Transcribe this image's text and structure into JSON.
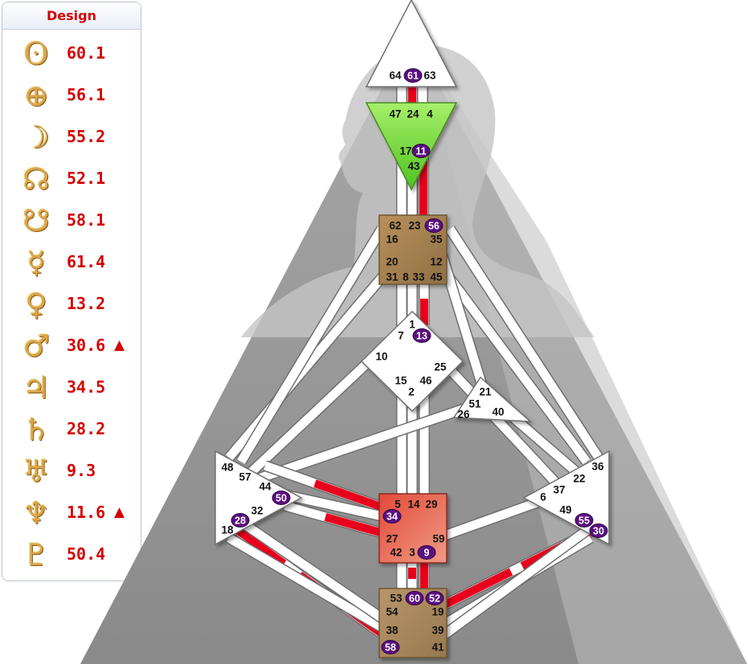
{
  "panel": {
    "title": "Design",
    "planets": [
      {
        "icon": "sun-icon",
        "symbol": "ʘ",
        "value": "60.1",
        "flag": ""
      },
      {
        "icon": "earth-icon",
        "symbol": "⊕",
        "value": "56.1",
        "flag": ""
      },
      {
        "icon": "moon-icon",
        "symbol": "☽",
        "value": "55.2",
        "flag": ""
      },
      {
        "icon": "north-node-icon",
        "symbol": "☊",
        "value": "52.1",
        "flag": ""
      },
      {
        "icon": "south-node-icon",
        "symbol": "☋",
        "value": "58.1",
        "flag": ""
      },
      {
        "icon": "mercury-icon",
        "symbol": "☿",
        "value": "61.4",
        "flag": ""
      },
      {
        "icon": "venus-icon",
        "symbol": "♀",
        "value": "13.2",
        "flag": ""
      },
      {
        "icon": "mars-icon",
        "symbol": "♂",
        "value": "30.6",
        "flag": "▲"
      },
      {
        "icon": "jupiter-icon",
        "symbol": "♃",
        "value": "34.5",
        "flag": ""
      },
      {
        "icon": "saturn-icon",
        "symbol": "♄",
        "value": "28.2",
        "flag": ""
      },
      {
        "icon": "uranus-icon",
        "symbol": "♅",
        "value": " 9.3",
        "flag": ""
      },
      {
        "icon": "neptune-icon",
        "symbol": "♆",
        "value": "11.6",
        "flag": "▲"
      },
      {
        "icon": "pluto-icon",
        "symbol": "♇",
        "value": "50.4",
        "flag": ""
      }
    ]
  },
  "bodygraph": {
    "colors": {
      "active": "#e8001c",
      "highlight": "#5b0f80",
      "head_fill": "#ffffff",
      "ajna": "#7fdc3a",
      "throat": "#a27e4d",
      "sacral": "#d9483a",
      "root": "#a88a5a",
      "background": "#9d9d9d"
    },
    "gates": [
      {
        "n": "64",
        "hl": false
      },
      {
        "n": "61",
        "hl": true
      },
      {
        "n": "63",
        "hl": false
      },
      {
        "n": "47",
        "hl": false
      },
      {
        "n": "24",
        "hl": false
      },
      {
        "n": "4",
        "hl": false
      },
      {
        "n": "17",
        "hl": false
      },
      {
        "n": "11",
        "hl": true
      },
      {
        "n": "43",
        "hl": false
      },
      {
        "n": "62",
        "hl": false
      },
      {
        "n": "23",
        "hl": false
      },
      {
        "n": "56",
        "hl": true
      },
      {
        "n": "16",
        "hl": false
      },
      {
        "n": "35",
        "hl": false
      },
      {
        "n": "20",
        "hl": false
      },
      {
        "n": "12",
        "hl": false
      },
      {
        "n": "31",
        "hl": false
      },
      {
        "n": "8",
        "hl": false
      },
      {
        "n": "33",
        "hl": false
      },
      {
        "n": "45",
        "hl": false
      },
      {
        "n": "1",
        "hl": false
      },
      {
        "n": "7",
        "hl": false
      },
      {
        "n": "13",
        "hl": true
      },
      {
        "n": "10",
        "hl": false
      },
      {
        "n": "25",
        "hl": false
      },
      {
        "n": "15",
        "hl": false
      },
      {
        "n": "46",
        "hl": false
      },
      {
        "n": "2",
        "hl": false
      },
      {
        "n": "21",
        "hl": false
      },
      {
        "n": "51",
        "hl": false
      },
      {
        "n": "26",
        "hl": false
      },
      {
        "n": "40",
        "hl": false
      },
      {
        "n": "48",
        "hl": false
      },
      {
        "n": "57",
        "hl": false
      },
      {
        "n": "44",
        "hl": false
      },
      {
        "n": "50",
        "hl": true
      },
      {
        "n": "32",
        "hl": false
      },
      {
        "n": "28",
        "hl": true
      },
      {
        "n": "18",
        "hl": false
      },
      {
        "n": "36",
        "hl": false
      },
      {
        "n": "22",
        "hl": false
      },
      {
        "n": "37",
        "hl": false
      },
      {
        "n": "6",
        "hl": false
      },
      {
        "n": "49",
        "hl": false
      },
      {
        "n": "55",
        "hl": true
      },
      {
        "n": "30",
        "hl": true
      },
      {
        "n": "5",
        "hl": false
      },
      {
        "n": "14",
        "hl": false
      },
      {
        "n": "29",
        "hl": false
      },
      {
        "n": "34",
        "hl": true
      },
      {
        "n": "27",
        "hl": false
      },
      {
        "n": "59",
        "hl": false
      },
      {
        "n": "42",
        "hl": false
      },
      {
        "n": "3",
        "hl": false
      },
      {
        "n": "9",
        "hl": true
      },
      {
        "n": "53",
        "hl": false
      },
      {
        "n": "60",
        "hl": true
      },
      {
        "n": "52",
        "hl": true
      },
      {
        "n": "54",
        "hl": false
      },
      {
        "n": "19",
        "hl": false
      },
      {
        "n": "38",
        "hl": false
      },
      {
        "n": "39",
        "hl": false
      },
      {
        "n": "58",
        "hl": true
      },
      {
        "n": "41",
        "hl": false
      }
    ]
  }
}
